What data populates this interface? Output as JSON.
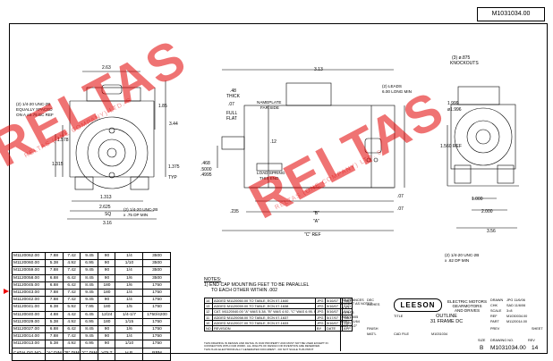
{
  "drawing_number_top": "M1031034.00",
  "dims": {
    "d263": "2.63",
    "d313": "3.13",
    "d365": "(3) ø.875",
    "ko": "KNOCKOUTS",
    "d48": ".48",
    "thick": "THICK",
    "d07a": ".07",
    "full": "FULL",
    "flat": "FLAT",
    "d185": "1.85",
    "d344": "3.44",
    "d1578": "1.578",
    "d1315": "1.315",
    "d1313": "1.313",
    "d2625": "2.625",
    "sq": "SQ",
    "d316": "3.16",
    "d1375": "1.375",
    "typ": "TYP",
    "d1999": "1.999",
    "d1996": "ø1.996",
    "d1560": "1.560 REF",
    "d5000": ".5000",
    "d4995": ".4995",
    "d468": ".468",
    "d235": ".235",
    "d07b": ".07",
    "d07c": ".07",
    "b": "\"B\"",
    "a": "\"A\"",
    "c": "\"C\" REF",
    "d1000": "1.000",
    "d2000": "2.000",
    "d356": "3.56",
    "leads": "(2) LEADS",
    "leads2": "6.00 LONG MIN",
    "tap1": "(2) 1/4-20 UNC-2B",
    "tap1b": "EQUALLY SPACED",
    "tap1c": "ON A ø3.75 BC REF",
    "tap2": "(2) 1/4-20 UNC-2B",
    "tap2b": "x .75 DP MIN",
    "tap3": "(2) 1/4-20 UNC-2B",
    "tap3b": "x .62 DP MIN",
    "nameplate": "NAMEPLATE",
    "farside": "FAR SIDE",
    "loadspring": "LOAD SPRING",
    "thisend": "THIS END",
    "d12": ".12"
  },
  "table": {
    "rows": [
      [
        "M1120062.00",
        "7.88",
        "7.42",
        "9.45",
        "90",
        "1/4",
        "3500"
      ],
      [
        "M1120060.00",
        "5.38",
        "4.92",
        "6.95",
        "90",
        "1/10",
        "3500"
      ],
      [
        "M1120059.00",
        "7.88",
        "7.42",
        "9.45",
        "90",
        "1/4",
        "3500"
      ],
      [
        "M1120058.00",
        "6.88",
        "6.42",
        "8.45",
        "90",
        "1/6",
        "3500"
      ],
      [
        "M1120045.00",
        "6.88",
        "6.42",
        "8.45",
        "180",
        "1/6",
        "1750"
      ],
      [
        "M1120043.00",
        "7.88",
        "7.42",
        "9.45",
        "180",
        "1/4",
        "1750"
      ],
      [
        "M1120042.00",
        "7.88",
        "7.42",
        "9.45",
        "90",
        "1/4",
        "1750"
      ],
      [
        "M1120041.00",
        "6.38",
        "5.92",
        "7.95",
        "180",
        "1/5",
        "1750"
      ],
      [
        "M1120040.00",
        "4.88",
        "4.42",
        "6.45",
        "12/24",
        "1/4-1/7",
        "1750/4200"
      ],
      [
        "M1120029.00",
        "5.38",
        "4.92",
        "6.95",
        "180",
        "1/15",
        "1750"
      ],
      [
        "M1120027.00",
        "6.88",
        "6.42",
        "8.45",
        "90",
        "1/6",
        "1750"
      ],
      [
        "M1120014.00",
        "7.88",
        "7.42",
        "9.45",
        "90",
        "1/4",
        "1750"
      ],
      [
        "M1120013.00",
        "5.38",
        "4.92",
        "6.95",
        "90",
        "1/10",
        "1750"
      ]
    ],
    "headers": [
      "CATALOG NO.",
      "\"A\" DIM",
      "\"B\" DIM",
      "\"C\" DIM",
      "VOLT",
      "H.P.",
      "RPM"
    ]
  },
  "notes": {
    "title": "NOTES:",
    "line1": "1) END CAP MOUNTING FEET TO BE PARALLEL",
    "line2": "TO EACH OTHER WITHIN .002"
  },
  "revisions": [
    [
      "14",
      "ADDED M1120060.00 TO TABLE, ECN 07-1640",
      "JPG",
      "5/16/07",
      "SAD"
    ],
    [
      "13",
      "ADDED M1120059.00 TO TABLE, ECN 07-1638",
      "JPG",
      "5/16/07",
      "SAD"
    ],
    [
      "12",
      "CAT. M1120040.00 \"A\" WAS 5.38, \"B\" WAS 4.92, \"C\" WAS 6.95, ECN 07-1636",
      "JPG",
      "5/16/07",
      "SAD"
    ],
    [
      "11",
      "ADDED M1120058.00 TO TABLE, ECN 07-1637",
      "JPG",
      "5/17/07",
      "SAD"
    ],
    [
      "10",
      "ADDED M1120027.00 TO TABLE, ECN 07-1633",
      "JPG",
      "5/16/07",
      "SAD"
    ],
    [
      "NO.",
      "REVISION",
      "BY",
      "DATE",
      "APP"
    ]
  ],
  "titleblock": {
    "brand": "LEESON",
    "company1": "ELECTRIC MOTORS",
    "company2": "GEARMOTORS",
    "company3": "AND DRIVES",
    "outline": "OUTLINE",
    "frame": "31 FRAME DC",
    "size": "SIZE",
    "size_val": "B",
    "drawing_no_label": "DRAWING NO.",
    "drawing_no": "M1031034.00",
    "rev_label": "REV",
    "rev": "14",
    "tolerances": "TOLERANCES",
    "except": "EXCEPT AS NOTED",
    "dec": "DEC",
    "inches": "INCHES",
    "t1": ".X  ±.1",
    "t2": ".XX  ±.03",
    "t3": ".XXX  ±.005",
    "frac": "FRAC  ±1/64",
    "ang": "ANG  ±1/2°",
    "drawn": "DRAWN",
    "drawn_val": "JPG 11/6/06",
    "chk": "CHK",
    "chk_val": "SAD 11/6/06",
    "scale": "SCALE",
    "scale_val": "3=8",
    "ref": "REF",
    "ref_val": "M1030034.00",
    "part": "PART",
    "part_val": "M1120014.00",
    "finish": "FINISH",
    "matl": "MAT'L",
    "title_lbl": "TITLE",
    "cad_file": "CAD FILE",
    "cad_val": "M1031034",
    "disclaimer": "THIS DRAWING IN DESIGN AND DETAIL IS OUR PROPERTY AND MUST NOT BE USED EXCEPT IN CONNECTION WITH OUR WORK. ALL RIGHTS OF DESIGN OR INVENTION ARE RESERVED.",
    "disclaimer2": "THIS IS AN ELECTRONICALLY GENERATED DOCUMENT - DO NOT SCALE THIS PRINT",
    "sheet": "SHEET",
    "prev": "PREV"
  },
  "watermark": {
    "text": "RELTAS",
    "small": "RELTAS (ONE COMPANY) LTD. S"
  }
}
